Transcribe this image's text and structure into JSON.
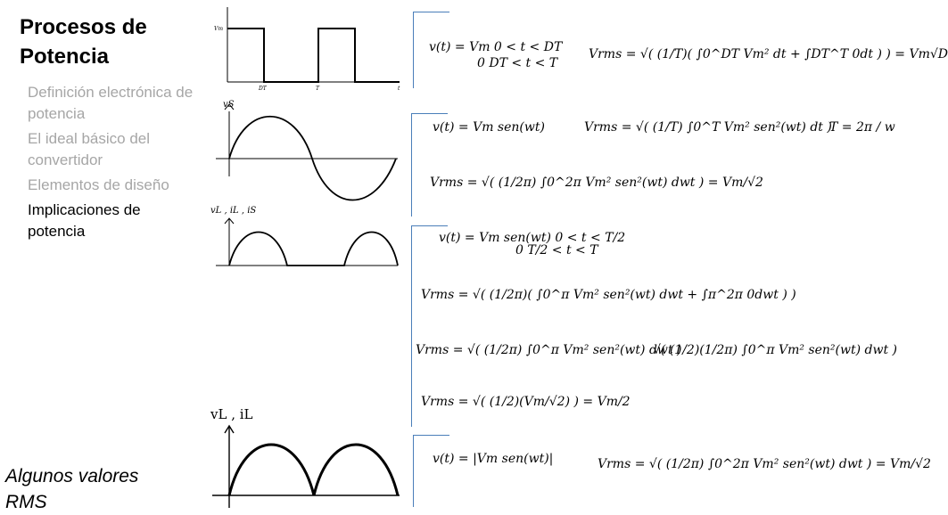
{
  "slide": {
    "title": "Procesos de Potencia",
    "footer_title": "Algunos valores RMS"
  },
  "toc": {
    "items": [
      {
        "label": "Definición electrónica de potencia",
        "state": "inactive"
      },
      {
        "label": "El ideal básico del convertidor",
        "state": "inactive"
      },
      {
        "label": "Elementos de diseño",
        "state": "inactive"
      },
      {
        "label": "Implicaciones de potencia",
        "state": "active"
      }
    ]
  },
  "plots": {
    "square": {
      "y_label": "Vm",
      "tick_dt": "DT",
      "tick_t": "T",
      "x_label": "t"
    },
    "sine": {
      "y_label": "vS"
    },
    "half": {
      "y_label": "vL , iL , iS"
    },
    "full": {
      "y_label": "vL , iL"
    }
  },
  "equations": {
    "square": {
      "v_def_1": "v(t) = Vm  0 < t < DT",
      "v_def_2": "0  DT < t < T",
      "vrms": "Vrms = √( (1/T)( ∫0^DT Vm² dt + ∫DT^T 0dt ) ) = Vm√D"
    },
    "sine": {
      "v_def": "v(t) = Vm sen(wt)",
      "vrms_1": "Vrms = √( (1/T) ∫0^T Vm² sen²(wt) dt )",
      "period": "T = 2π / w",
      "vrms_2": "Vrms = √( (1/2π) ∫0^2π Vm² sen²(wt) dwt ) = Vm/√2"
    },
    "half": {
      "v_def_1": "v(t) = Vm sen(wt)  0 < t < T/2",
      "v_def_2": "0  T/2 < t < T",
      "vrms_1": "Vrms = √( (1/2π)( ∫0^π Vm² sen²(wt) dwt + ∫π^2π 0dwt ) )",
      "vrms_2a": "Vrms = √( (1/2π) ∫0^π Vm² sen²(wt) dwt )",
      "vrms_2b": "√( (1/2)(1/2π) ∫0^π Vm² sen²(wt) dwt )",
      "vrms_3": "Vrms = √( (1/2)(Vm/√2) ) = Vm/2"
    },
    "full": {
      "v_def": "v(t) = |Vm sen(wt)|",
      "vrms": "Vrms = √( (1/2π) ∫0^2π Vm² sen²(wt) dwt ) = Vm/√2"
    }
  },
  "colors": {
    "accent_border": "#4a7eb9",
    "inactive_text": "#a6a6a6"
  }
}
